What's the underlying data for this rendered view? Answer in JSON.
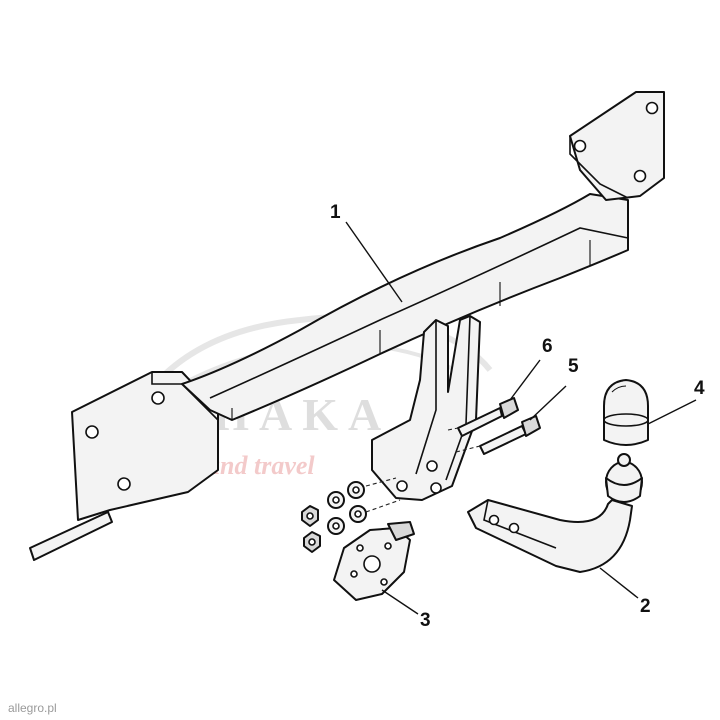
{
  "diagram": {
    "callouts": [
      {
        "id": "1",
        "label": "1"
      },
      {
        "id": "2",
        "label": "2"
      },
      {
        "id": "3",
        "label": "3"
      },
      {
        "id": "4",
        "label": "4"
      },
      {
        "id": "5",
        "label": "5"
      },
      {
        "id": "6",
        "label": "6"
      }
    ]
  },
  "watermark": {
    "brand": "AHAKA",
    "tagline": "pack and travel",
    "site": "allegro.pl"
  }
}
